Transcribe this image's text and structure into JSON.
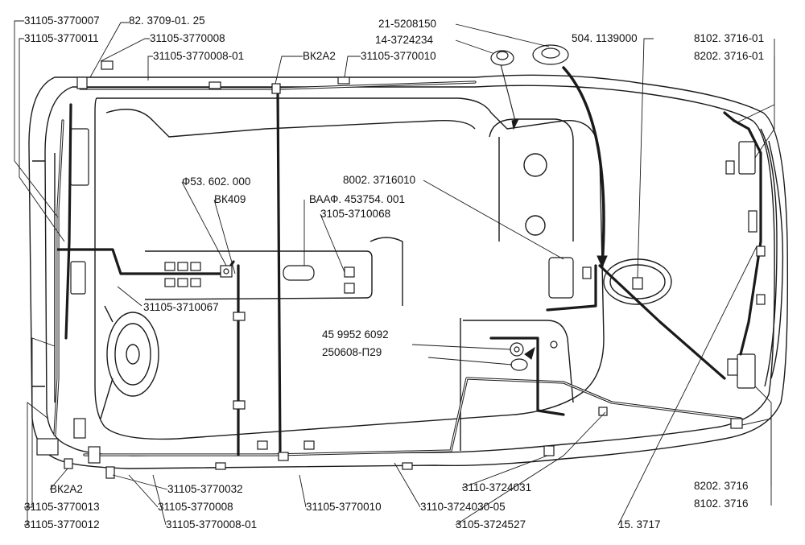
{
  "labels": {
    "p31105_3770007": "31105-3770007",
    "p31105_3770011": "31105-3770011",
    "p82_3709": "82. 3709-01. 25",
    "p31105_3770008_top": "31105-3770008",
    "p31105_3770008_01_top": "31105-3770008-01",
    "vk2a2_top": "ВК2А2",
    "p31105_3770010_top": "31105-3770010",
    "p21_5208150": "21-5208150",
    "p14_3724234": "14-3724234",
    "p504_1139000": "504. 1139000",
    "p8102_3716_01": "8102. 3716-01",
    "p8202_3716_01": "8202. 3716-01",
    "phi53_602_000": "Ф53. 602. 000",
    "vk409": "ВК409",
    "baaf_453754": "ВААФ. 453754. 001",
    "p3105_3710068": "3105-3710068",
    "p8002_3716010": "8002. 3716010",
    "p31105_3710067": "31105-3710067",
    "p45_9952_6092": "45 9952 6092",
    "p250608_p29": "250608-П29",
    "vk2a2_bottom": "ВК2А2",
    "p31105_3770032": "31105-3770032",
    "p31105_3770013": "31105-3770013",
    "p31105_3770008_bottom": "31105-3770008",
    "p31105_3770010_bottom": "31105-3770010",
    "p31105_3770012": "31105-3770012",
    "p31105_3770008_01_bottom": "31105-3770008-01",
    "p3110_3724031": "3110-3724031",
    "p3110_3724030_05": "3110-3724030-05",
    "p3105_3724527": "3105-3724527",
    "p15_3717": "15. 3717",
    "p8202_3716": "8202. 3716",
    "p8102_3716": "8102. 3716"
  }
}
